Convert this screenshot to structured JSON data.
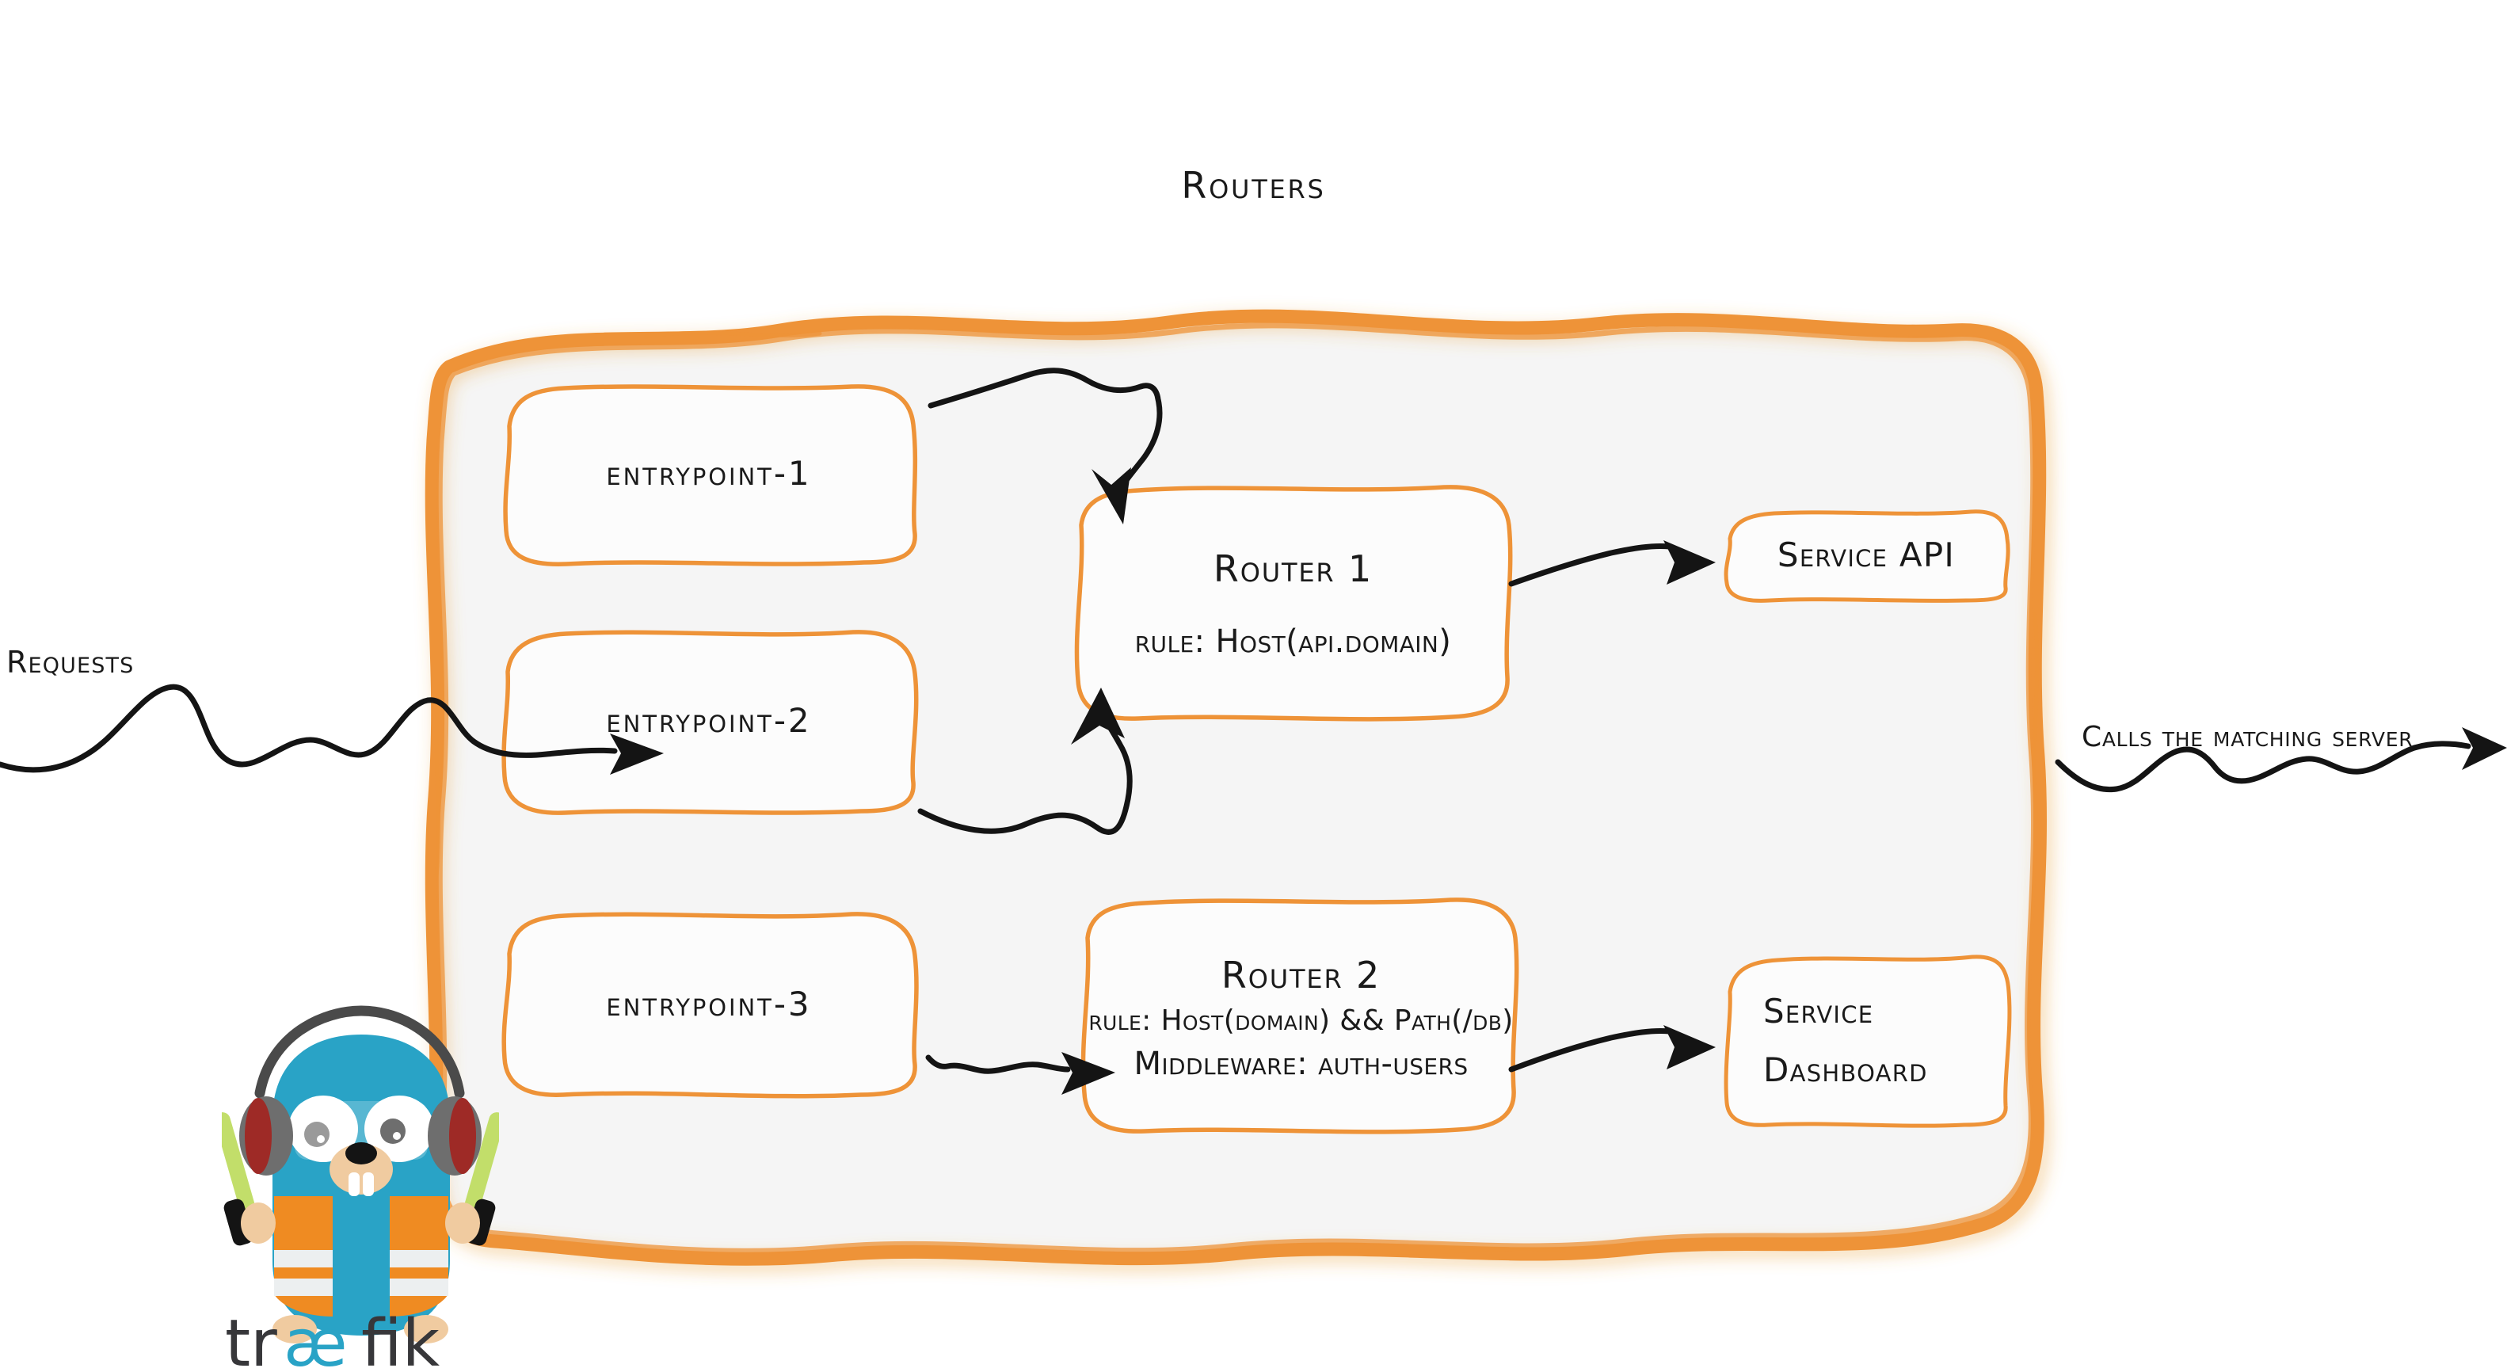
{
  "title": "Routers",
  "colors": {
    "brand_orange": "#ee9338",
    "container_fill": "#f5f5f5",
    "box_fill": "#fcfcfc",
    "ink": "#1a1a1a",
    "gopher_body": "#29a3c6",
    "gopher_vest": "#ef8b22",
    "logo_text": "#37373a",
    "logo_accent": "#29a3c6",
    "wand_green": "#c2de6a"
  },
  "entrypoints": [
    {
      "label": "entrypoint-1"
    },
    {
      "label": "entrypoint-2"
    },
    {
      "label": "entrypoint-3"
    }
  ],
  "routers": [
    {
      "title": "Router 1",
      "rule": "rule: Host(api.domain)"
    },
    {
      "title": "Router 2",
      "rule": "rule: Host(domain) && Path(/db)",
      "middleware": "Middleware: auth-users"
    }
  ],
  "services": [
    {
      "label": "Service API"
    },
    {
      "line1": "Service",
      "line2": "Dashboard"
    }
  ],
  "annotations": {
    "requests": "Requests",
    "calls": "Calls the matching server"
  },
  "logo": {
    "wordmark_pre": "tr",
    "wordmark_accent": "æ",
    "wordmark_post": "fik"
  }
}
